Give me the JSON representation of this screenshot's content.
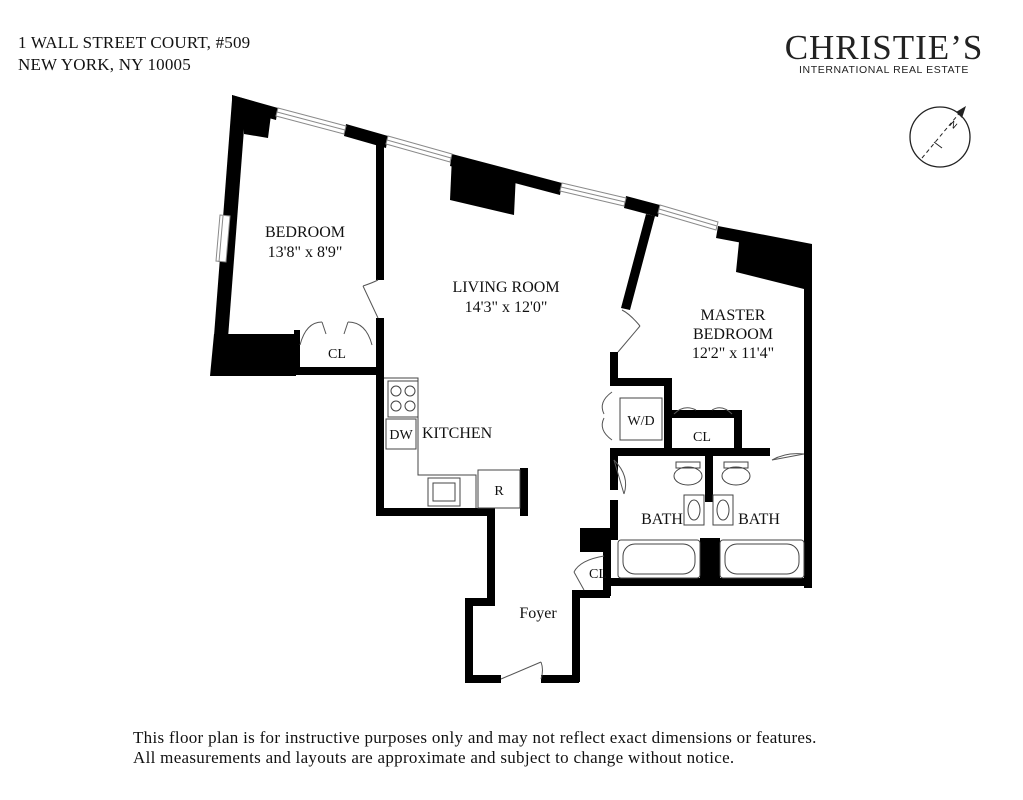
{
  "header": {
    "address_line1": "1 WALL STREET COURT, #509",
    "address_line2": "NEW YORK, NY 10005"
  },
  "brand": {
    "name": "CHRISTIE’S",
    "tagline": "INTERNATIONAL REAL ESTATE"
  },
  "compass": {
    "label": "N"
  },
  "rooms": {
    "bedroom": {
      "name": "BEDROOM",
      "dims": "13'8\" x 8'9\""
    },
    "living_room": {
      "name": "LIVING ROOM",
      "dims": "14'3\" x 12'0\""
    },
    "master_bedroom": {
      "name_line1": "MASTER",
      "name_line2": "BEDROOM",
      "dims": "12'2\" x 11'4\""
    },
    "kitchen": {
      "name": "KITCHEN"
    },
    "foyer": {
      "name": "Foyer"
    },
    "bath_left": {
      "name": "BATH"
    },
    "bath_right": {
      "name": "BATH"
    }
  },
  "fixtures": {
    "closet_bedroom": "CL",
    "closet_master": "CL",
    "closet_foyer": "CL",
    "dishwasher": "DW",
    "washer_dryer": "W/D",
    "refrigerator": "R"
  },
  "disclaimer": {
    "line1": "This floor plan is for instructive purposes only and may not reflect exact dimensions or features.",
    "line2": "All measurements and layouts are approximate and subject to change without notice."
  },
  "colors": {
    "wall": "#000000",
    "window": "#9a9a9a",
    "fixture": "#444444",
    "text": "#111111"
  }
}
